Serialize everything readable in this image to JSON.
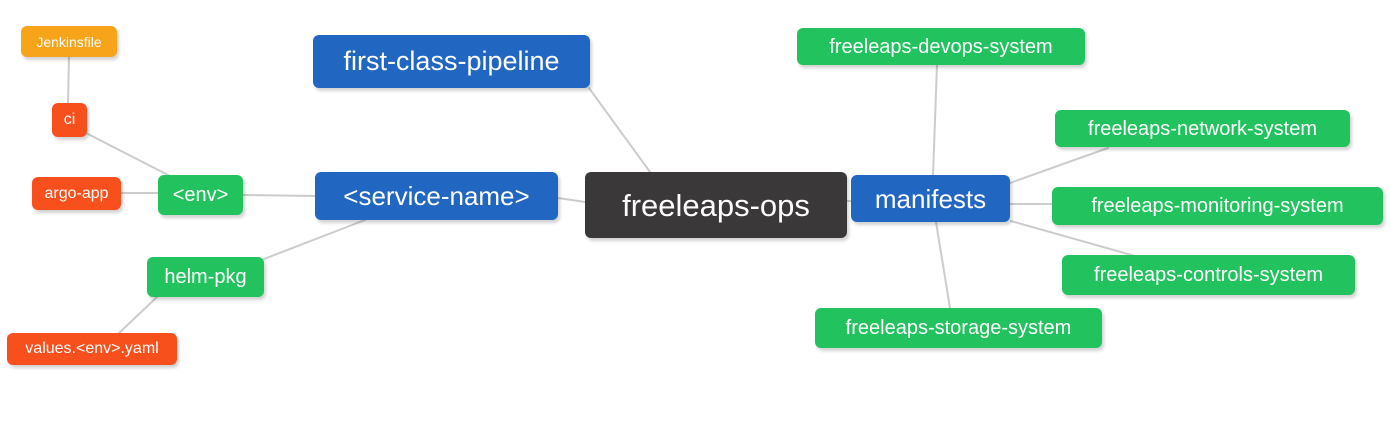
{
  "diagram": {
    "type": "mindmap-tree",
    "title": "freeleaps-ops repository structure mind map"
  },
  "palette": {
    "edge": "#cccccc",
    "text": "#ffffff",
    "amber": "#f7a41b",
    "red": "#f8501d",
    "green": "#22c35e",
    "blue": "#2166c1",
    "dark": "#3b3839",
    "background": "#ffffff"
  },
  "mindmap": {
    "root_id": "freeleaps-ops",
    "nodes": {
      "freeleaps-ops": {
        "label": "freeleaps-ops",
        "role": "root",
        "color": "#3b3839"
      },
      "first-class-pipeline": {
        "label": "first-class-pipeline",
        "role": "branch",
        "color": "#2166c1"
      },
      "service-name": {
        "label": "<service-name>",
        "role": "branch",
        "color": "#2166c1"
      },
      "manifests": {
        "label": "manifests",
        "role": "branch",
        "color": "#2166c1"
      },
      "env": {
        "label": "<env>",
        "role": "leaf",
        "color": "#22c35e"
      },
      "helm-pkg": {
        "label": "helm-pkg",
        "role": "leaf",
        "color": "#22c35e"
      },
      "ci": {
        "label": "ci",
        "role": "leaf",
        "color": "#f8501d"
      },
      "argo-app": {
        "label": "argo-app",
        "role": "leaf",
        "color": "#f8501d"
      },
      "jenkinsfile": {
        "label": "Jenkinsfile",
        "role": "leaf",
        "color": "#f7a41b"
      },
      "values-env-yaml": {
        "label": "values.<env>.yaml",
        "role": "leaf",
        "color": "#f8501d"
      },
      "freeleaps-devops-system": {
        "label": "freeleaps-devops-system",
        "role": "leaf",
        "color": "#22c35e"
      },
      "freeleaps-network-system": {
        "label": "freeleaps-network-system",
        "role": "leaf",
        "color": "#22c35e"
      },
      "freeleaps-monitoring-system": {
        "label": "freeleaps-monitoring-system",
        "role": "leaf",
        "color": "#22c35e"
      },
      "freeleaps-controls-system": {
        "label": "freeleaps-controls-system",
        "role": "leaf",
        "color": "#22c35e"
      },
      "freeleaps-storage-system": {
        "label": "freeleaps-storage-system",
        "role": "leaf",
        "color": "#22c35e"
      }
    },
    "edges": [
      {
        "from": "freeleaps-ops",
        "to": "first-class-pipeline"
      },
      {
        "from": "freeleaps-ops",
        "to": "service-name"
      },
      {
        "from": "freeleaps-ops",
        "to": "manifests"
      },
      {
        "from": "service-name",
        "to": "env"
      },
      {
        "from": "service-name",
        "to": "helm-pkg"
      },
      {
        "from": "env",
        "to": "ci"
      },
      {
        "from": "env",
        "to": "argo-app"
      },
      {
        "from": "ci",
        "to": "jenkinsfile"
      },
      {
        "from": "helm-pkg",
        "to": "values-env-yaml"
      },
      {
        "from": "manifests",
        "to": "freeleaps-devops-system"
      },
      {
        "from": "manifests",
        "to": "freeleaps-network-system"
      },
      {
        "from": "manifests",
        "to": "freeleaps-monitoring-system"
      },
      {
        "from": "manifests",
        "to": "freeleaps-controls-system"
      },
      {
        "from": "manifests",
        "to": "freeleaps-storage-system"
      }
    ]
  }
}
